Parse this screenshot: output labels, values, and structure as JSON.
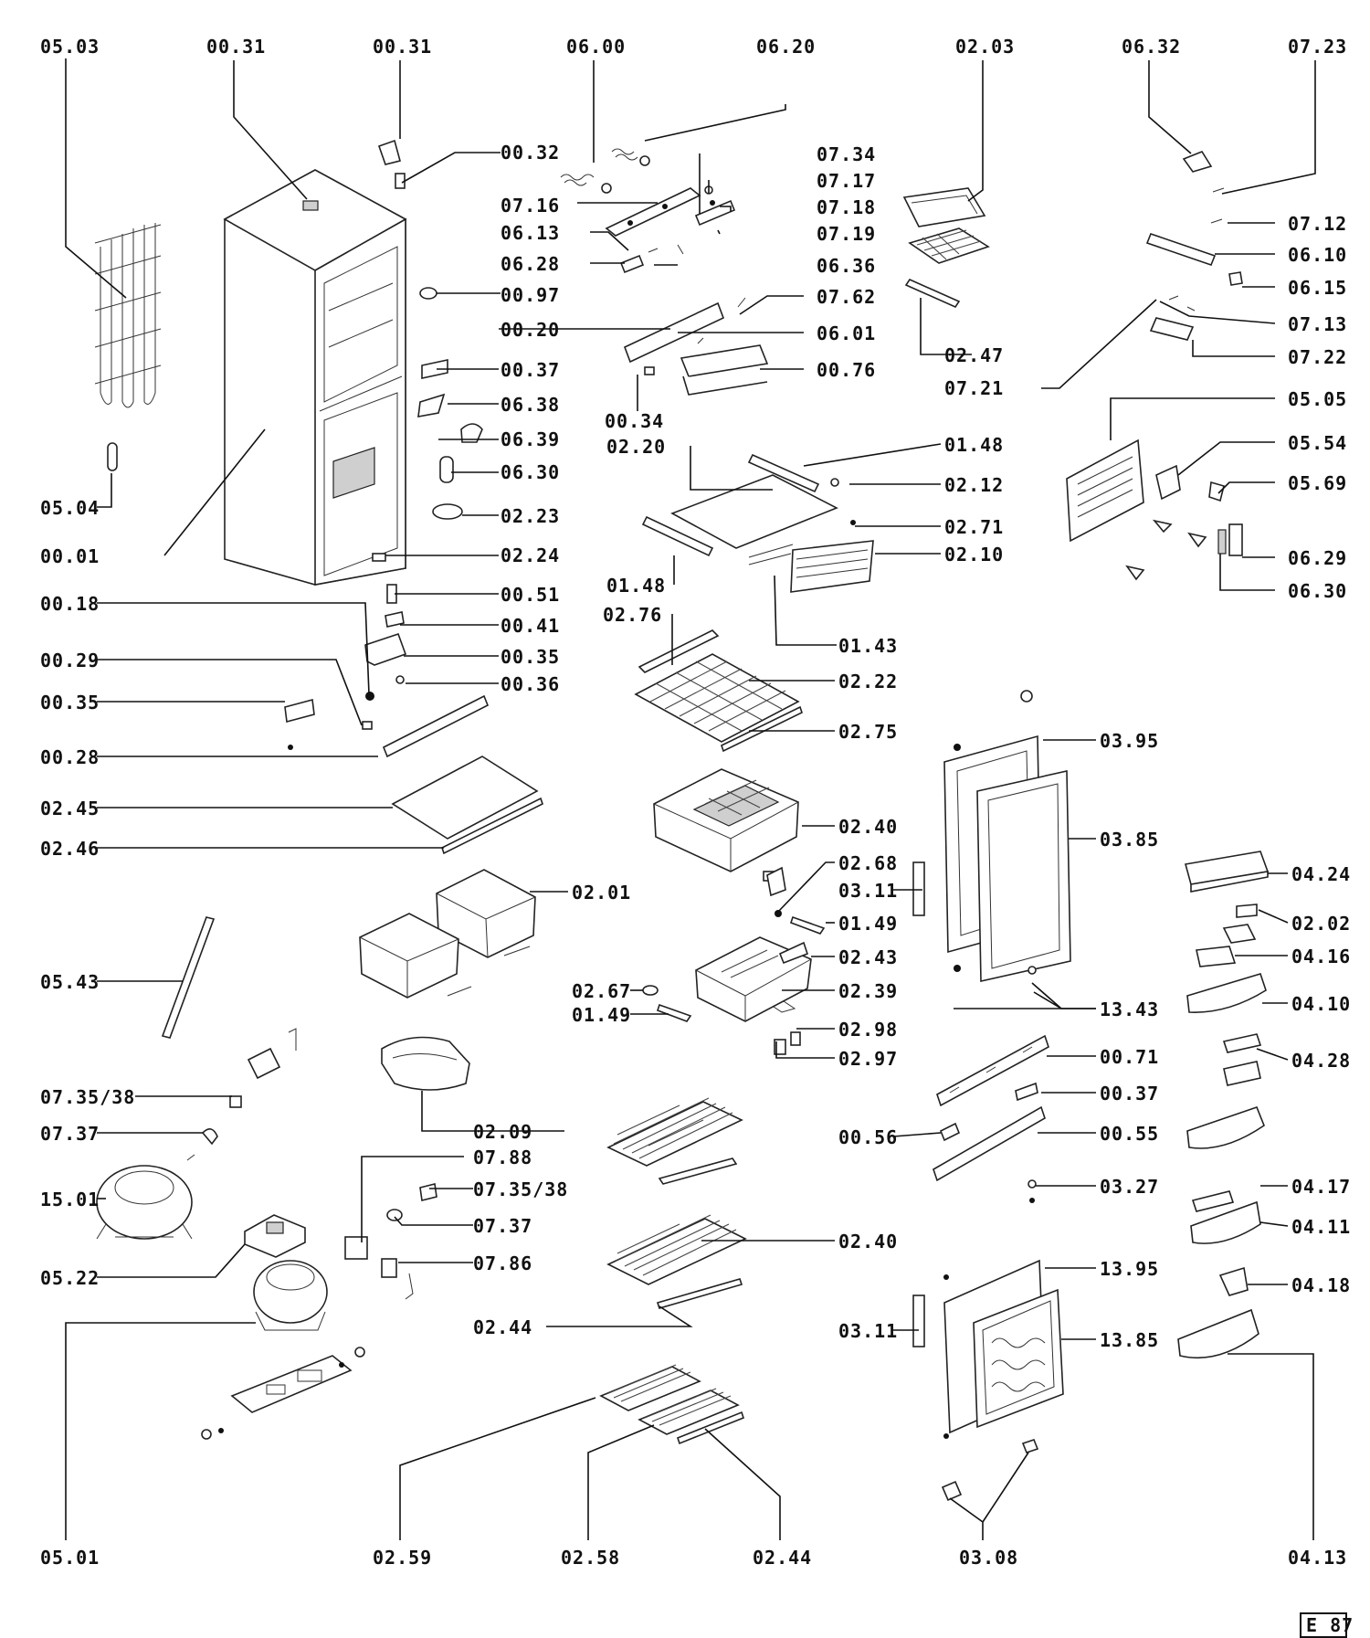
{
  "labels": {
    "l0503": "05.03",
    "l0031a": "00.31",
    "l0031b": "00.31",
    "l0600": "06.00",
    "l0620": "06.20",
    "l0203": "02.03",
    "l0632": "06.32",
    "l0723": "07.23",
    "l0032": "00.32",
    "l0734": "07.34",
    "l0717": "07.17",
    "l0716": "07.16",
    "l0718": "07.18",
    "l0719": "07.19",
    "l0613": "06.13",
    "l0628": "06.28",
    "l0636": "06.36",
    "l0097": "00.97",
    "l0762": "07.62",
    "l0020": "00.20",
    "l0601": "06.01",
    "l0076": "00.76",
    "l0034": "00.34",
    "l0712": "07.12",
    "l0610": "06.10",
    "l0615": "06.15",
    "l0713": "07.13",
    "l0722": "07.22",
    "l0721": "07.21",
    "l0247": "02.47",
    "l0505": "05.05",
    "l0554": "05.54",
    "l0569": "05.69",
    "l0629": "06.29",
    "l0630b": "06.30",
    "l0037a": "00.37",
    "l0638": "06.38",
    "l0639": "06.39",
    "l0630a": "06.30",
    "l0223": "02.23",
    "l0224": "02.24",
    "l0504": "05.04",
    "l0001": "00.01",
    "l0051": "00.51",
    "l0041": "00.41",
    "l0035a": "00.35",
    "l0036": "00.36",
    "l0018": "00.18",
    "l0029": "00.29",
    "l0035b": "00.35",
    "l0028": "00.28",
    "l0245": "02.45",
    "l0246": "02.46",
    "l0220": "02.20",
    "l0148a": "01.48",
    "l0212": "02.12",
    "l0271": "02.71",
    "l0210": "02.10",
    "l0148b": "01.48",
    "l0143": "01.43",
    "l0276": "02.76",
    "l0222": "02.22",
    "l0275": "02.75",
    "l0240a": "02.40",
    "l0268": "02.68",
    "l0149a": "01.49",
    "l0243": "02.43",
    "l0239": "02.39",
    "l0267": "02.67",
    "l0149b": "01.49",
    "l0298": "02.98",
    "l0297": "02.97",
    "l0201": "02.01",
    "l0543": "05.43",
    "l0209": "02.09",
    "l073538a": "07.35/38",
    "l0737a": "07.37",
    "l0788": "07.88",
    "l073538b": "07.35/38",
    "l0737b": "07.37",
    "l0786": "07.86",
    "l1501": "15.01",
    "l0522": "05.22",
    "l0501": "05.01",
    "l0395": "03.95",
    "l0385": "03.85",
    "l0311a": "03.11",
    "l1343": "13.43",
    "l0071": "00.71",
    "l0037b": "00.37",
    "l0056": "00.56",
    "l0055": "00.55",
    "l0327": "03.27",
    "l1395": "13.95",
    "l1385": "13.85",
    "l0311b": "03.11",
    "l0308": "03.08",
    "l0424": "04.24",
    "l0202": "02.02",
    "l0416": "04.16",
    "l0410": "04.10",
    "l0428": "04.28",
    "l0417": "04.17",
    "l0411": "04.11",
    "l0418": "04.18",
    "l0413": "04.13",
    "l0240b": "02.40",
    "l0244a": "02.44",
    "l0259": "02.59",
    "l0258": "02.58",
    "l0244b": "02.44"
  },
  "badge": "E 87",
  "colors": {
    "ink": "#111111",
    "paper": "#ffffff"
  }
}
